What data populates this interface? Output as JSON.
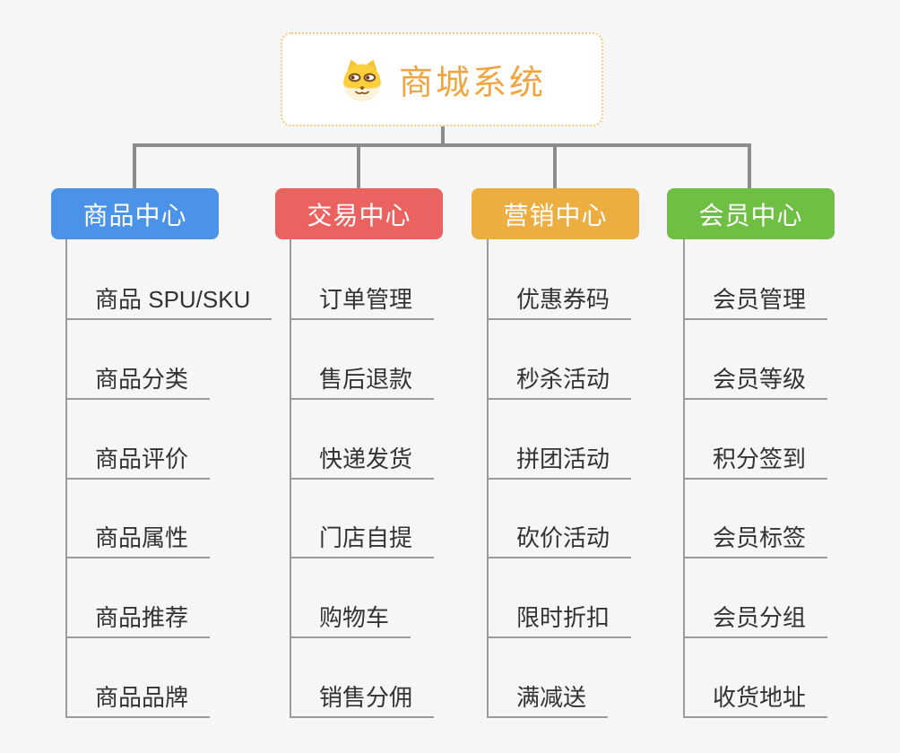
{
  "root": {
    "title": "商城系统",
    "title_color": "#F0A640",
    "border_color": "#F3C77D",
    "icon": "doge-icon"
  },
  "colors": {
    "background": "#F6F6F6",
    "connector": "#8C8C8C",
    "leaf_line": "#9B9B9B",
    "leaf_text": "#333333"
  },
  "branches": [
    {
      "label": "商品中心",
      "color": "#4B93E9",
      "items": [
        "商品 SPU/SKU",
        "商品分类",
        "商品评价",
        "商品属性",
        "商品推荐",
        "商品品牌"
      ]
    },
    {
      "label": "交易中心",
      "color": "#EA6360",
      "items": [
        "订单管理",
        "售后退款",
        "快递发货",
        "门店自提",
        "购物车",
        "销售分佣"
      ]
    },
    {
      "label": "营销中心",
      "color": "#ECAD41",
      "items": [
        "优惠券码",
        "秒杀活动",
        "拼团活动",
        "砍价活动",
        "限时折扣",
        "满减送"
      ]
    },
    {
      "label": "会员中心",
      "color": "#6FBF44",
      "items": [
        "会员管理",
        "会员等级",
        "积分签到",
        "会员标签",
        "会员分组",
        "收货地址"
      ]
    }
  ]
}
